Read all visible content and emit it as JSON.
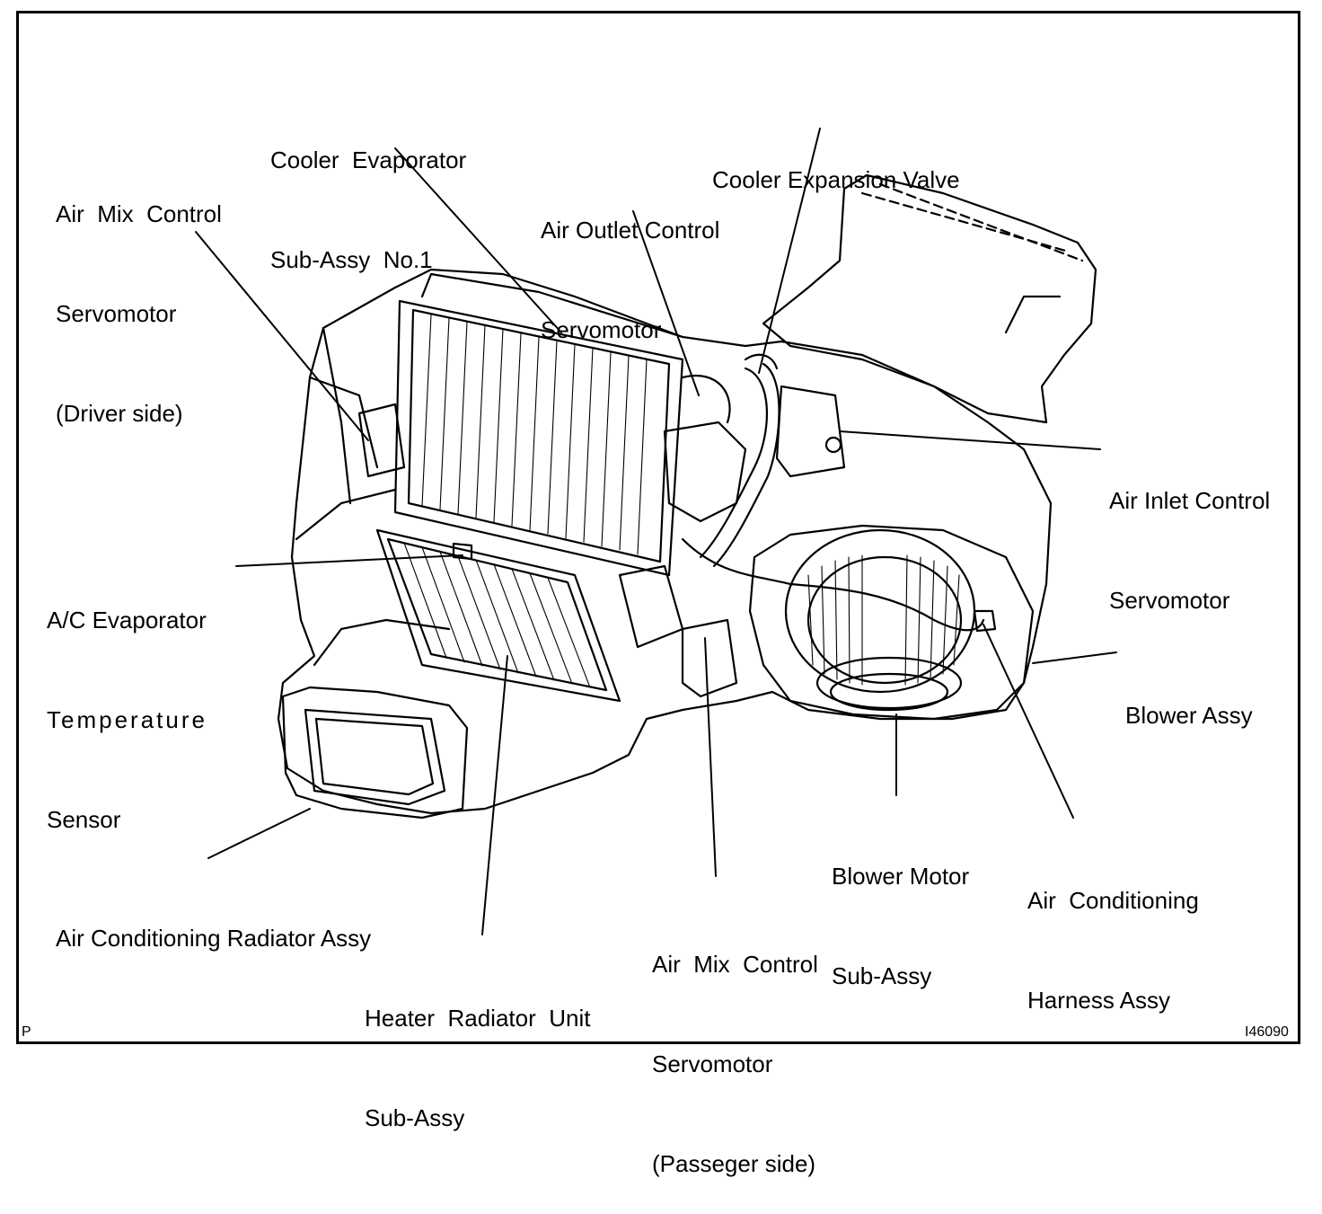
{
  "labels": {
    "cooler_evaporator": [
      "Cooler  Evaporator",
      "Sub-Assy  No.1"
    ],
    "air_mix_driver": [
      "Air  Mix  Control",
      "Servomotor",
      "(Driver side)"
    ],
    "cooler_expansion_valve": [
      "Cooler Expansion Valve"
    ],
    "air_outlet": [
      "Air Outlet Control",
      "Servomotor"
    ],
    "air_inlet": [
      "Air Inlet Control",
      "Servomotor"
    ],
    "ac_evap_sensor": [
      "A/C Evaporator",
      "Temperature",
      "Sensor"
    ],
    "blower_assy": [
      "Blower Assy"
    ],
    "blower_motor": [
      "Blower Motor",
      "Sub-Assy"
    ],
    "ac_harness": [
      "Air  Conditioning",
      "Harness Assy"
    ],
    "ac_radiator": [
      "Air Conditioning Radiator Assy"
    ],
    "air_mix_passenger": [
      "Air  Mix  Control",
      "Servomotor",
      "(Passeger side)"
    ],
    "heater_radiator": [
      "Heater  Radiator  Unit",
      "Sub-Assy"
    ]
  },
  "corner": {
    "left": "P",
    "right": "I46090"
  }
}
